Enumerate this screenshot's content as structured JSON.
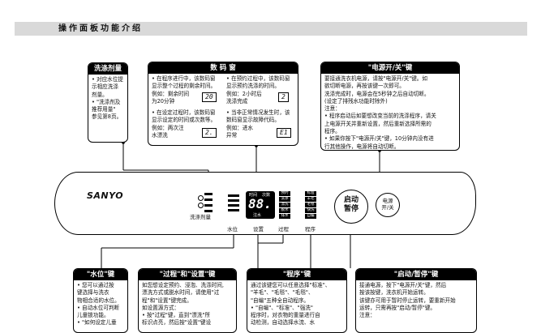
{
  "header": {
    "title": "操作面板功能介绍"
  },
  "box_detergent": {
    "title": "洗涤剂量",
    "lines": [
      "• 对应水位提",
      "示相应洗涤",
      "剂量。",
      "• \"洗涤剂及",
      "推荐用量\"",
      "参见第8页。"
    ]
  },
  "box_display": {
    "title": "数 码 窗",
    "left_lines": [
      "• 在程序进行中，该数码窗",
      "显示整个过程的剩余时间。",
      "例如：剩余时间",
      "为20分钟"
    ],
    "left_lcd1": "20",
    "left_lines2": [
      "• 在设定过程时，该数码窗",
      "显示设定的时间或次数等。",
      "例如：两次注",
      "水漂洗"
    ],
    "left_lcd2": "2.",
    "right_lines": [
      "• 在预约过程中，该数码窗",
      "显示预约洗涤的时间。",
      "例如：2小时后",
      "洗涤完成"
    ],
    "right_lcd1": "2",
    "right_lines2": [
      "• 当非正常情况发生时，该",
      "数码窗显示故障代码。",
      "例如：进水",
      "异常"
    ],
    "right_lcd2": "E1"
  },
  "box_power": {
    "title": "\"电源开/关\"键",
    "lines": [
      "要接通洗衣机电源，请按\"电源开/关\"键。如",
      "欲切断电源，再按该键一次即可。",
      "洗涤完成时，电源会在5秒钟之后自动切断。",
      "(设定了排残水功能时除外)",
      "注意：",
      "• 程序启动后如要想改变当前的洗涤程序，请关",
      "上电源开关并重新设置，然后重新选择所需的",
      "程序。",
      "• 如果你按下\"电源开/关\"键，10分钟内没有进",
      "行其他操作，电源将自动切断。"
    ]
  },
  "panel": {
    "brand": "SANYO",
    "left_label": "洗涤剂量",
    "display_digits": "88.",
    "display_top": [
      "时间",
      "次数"
    ],
    "display_bottom": "注水",
    "btn_water": "水位",
    "btn_setup": "设置",
    "btn_process": "过程",
    "btn_program": "程序",
    "start_label_1": "启动",
    "start_label_2": "暂停",
    "power_label_1": "电源",
    "power_label_2": "开/关",
    "process_items": [
      "预约",
      "洗涤",
      "漂洗",
      "脱水",
      "排水"
    ],
    "program_items": [
      "标准",
      "羊毛",
      "毛毯",
      "快洗",
      "自编"
    ]
  },
  "box_water": {
    "title": "\"水位\"键",
    "lines": [
      "• 您可以通过按",
      "键选择与洗衣",
      "物相合适的水位。",
      "• 自动水位可判断",
      "儿童锁功能。",
      "• \"如何设定儿童"
    ]
  },
  "box_process": {
    "title": "\"过程\"和\"设置\"键",
    "lines": [
      "如您想设定预约、浸泡、洗涤时间,",
      "漂洗方式或脱水时间，请使用\"过",
      "程\"和\"设置\"键完成。",
      "如设置源方式：",
      "• 按\"过程\"键，直到\"漂洗\"所",
      "标识点亮，然后按\"设置\"键设"
    ]
  },
  "box_program": {
    "title": "\"程序\"键",
    "lines": [
      "通过该键您可以任意选择\"标准\"、",
      "\"羊毛\"、\"毛毯\"、\"毛毯\"、",
      "\"自编\"五种全自动程序。",
      "• \"自编\"、\"标准\"、\"强洗\"",
      "程序时，对衣物的重量进行自",
      "动检测，自动选择水流、水"
    ]
  },
  "box_start": {
    "title": "\"启动/暂停\"键",
    "lines": [
      "接通电源，按下\"电源开/关\"键，然后",
      "按该按键，洗衣机开始运转。",
      "该键亦可用于暂时停止运转，要重新开始",
      "运转，只需再按\"启动/暂停\"键。",
      "",
      "注意："
    ]
  }
}
